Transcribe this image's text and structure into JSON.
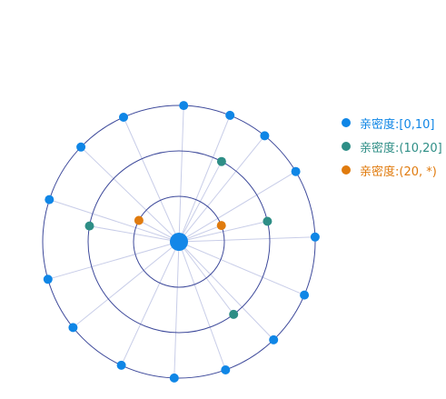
{
  "chart_data": {
    "type": "scatter",
    "subtype": "polar-relation",
    "center_color": "#1387e8",
    "ring_color": "#3e4a9b",
    "spoke_color": "#c8cde8",
    "rings": [
      1,
      2,
      3
    ],
    "series": [
      {
        "name": "亲密度:[0,10]",
        "color": "#0f86e6",
        "ring": 3,
        "points_deg": [
          -88,
          -68,
          -51,
          -31,
          -2,
          23,
          46,
          70,
          92,
          115,
          141,
          164,
          198,
          224,
          246
        ]
      },
      {
        "name": "亲密度:(10,20]",
        "color": "#2e8e86",
        "ring": 2,
        "points_deg": [
          -62,
          -13,
          53,
          190
        ]
      },
      {
        "name": "亲密度:(20, *)",
        "color": "#e07b0e",
        "ring": 1,
        "points_deg": [
          -21,
          208
        ]
      }
    ],
    "legend_position": "top-right"
  }
}
